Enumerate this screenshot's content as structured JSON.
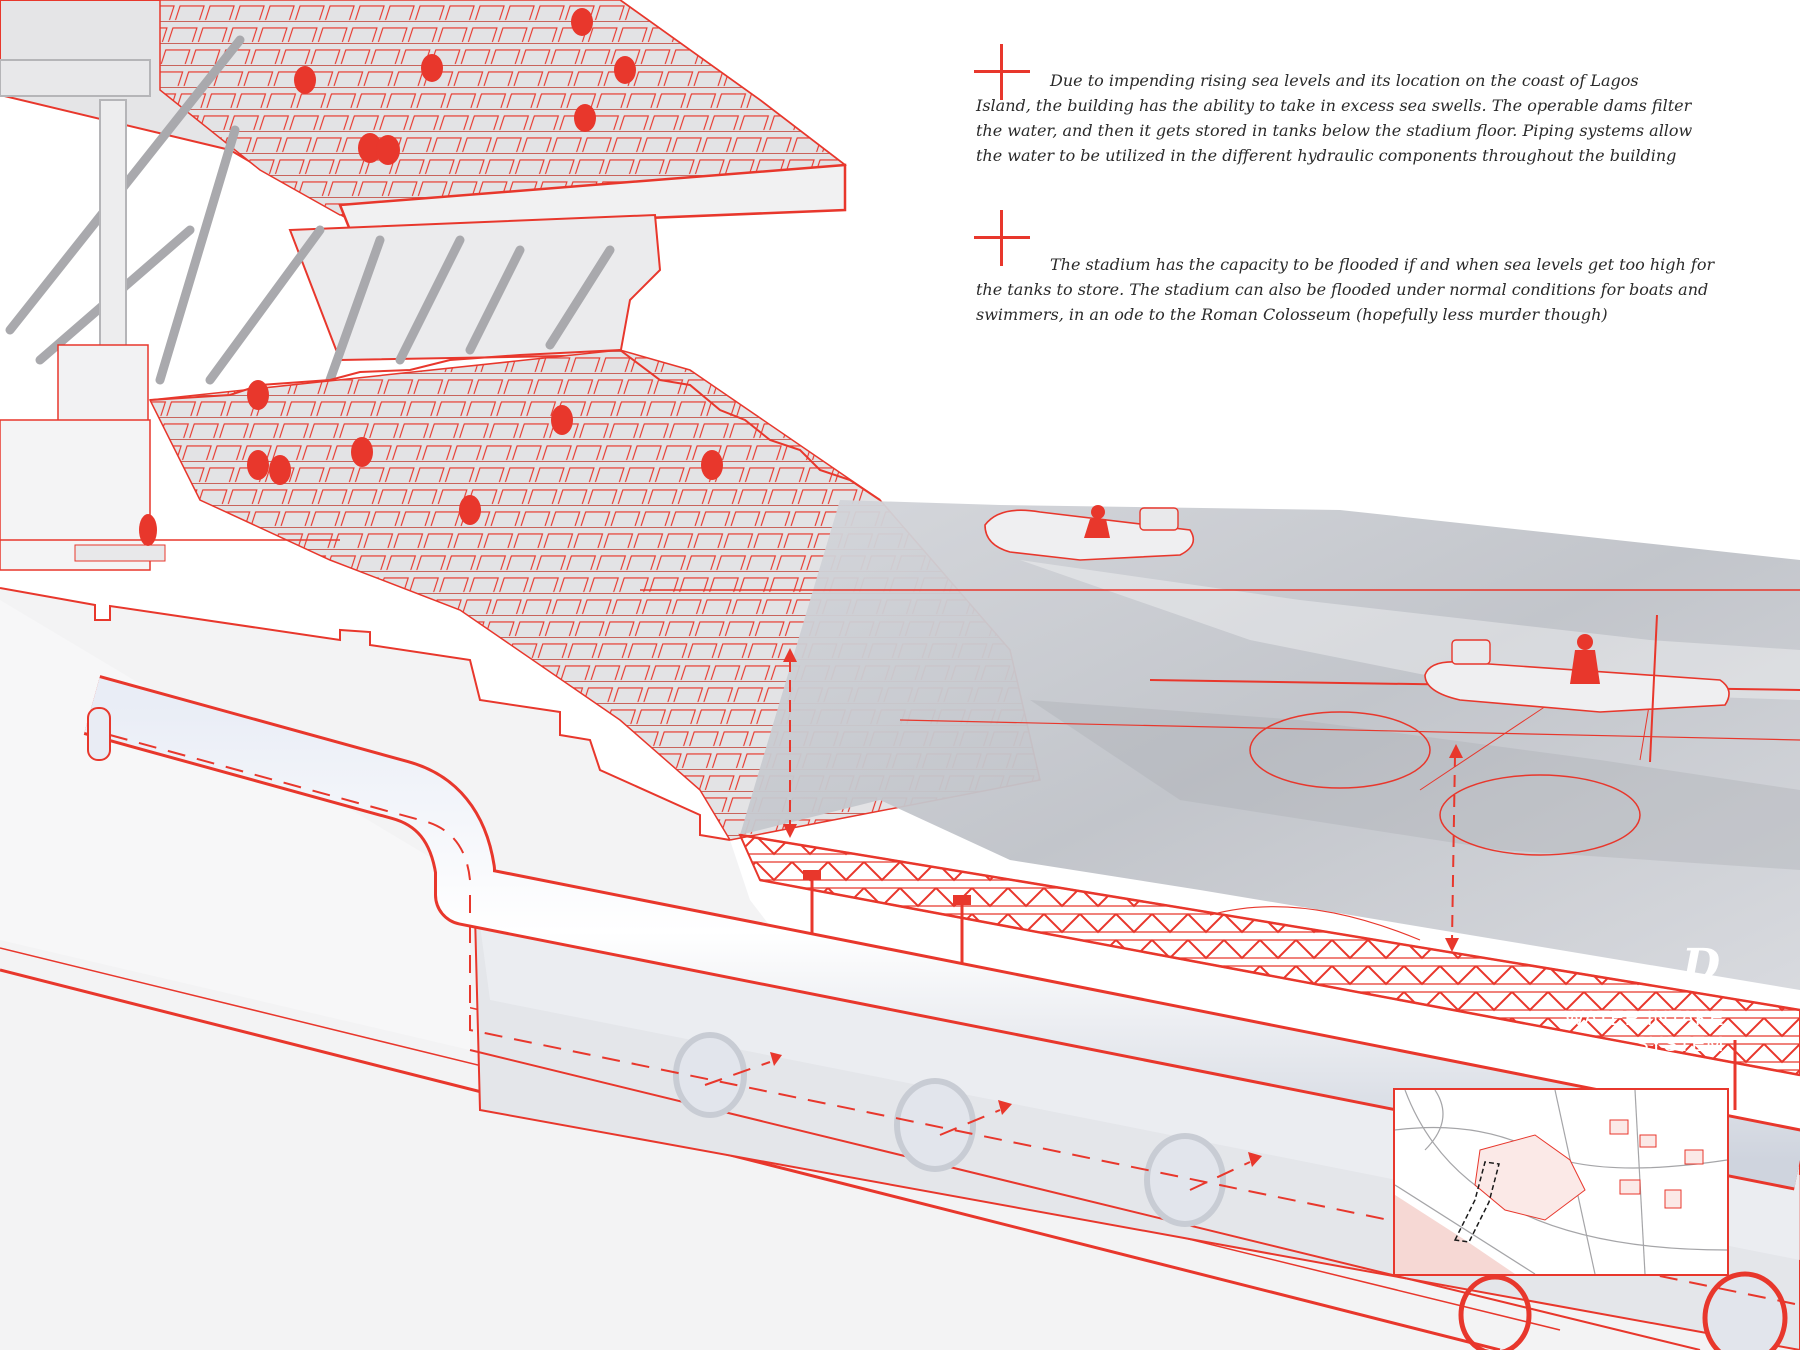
{
  "notes": [
    {
      "marker": "plus-marker",
      "text": "Due to impending rising sea levels and its location on the coast of Lagos Island, the building has the ability to take in excess sea swells. The operable dams filter the water, and then it gets stored in tanks below the stadium floor. Piping systems allow the water to be utilized in the different hydraulic components throughout the building"
    },
    {
      "marker": "plus-marker",
      "text": "The stadium has the capacity to be flooded if and when sea levels get too high for the tanks to store. The stadium can also be flooded under normal conditions for boats and swimmers, in an ode to the Roman Colosseum (hopefully less murder though)"
    }
  ],
  "section": {
    "letter": "D",
    "title": "WATER INTAKE SYSTEM"
  },
  "colors": {
    "accent": "#e8372c",
    "concrete": "#e6e6e8",
    "water": "#c9ccd1",
    "background": "#ffffff"
  }
}
